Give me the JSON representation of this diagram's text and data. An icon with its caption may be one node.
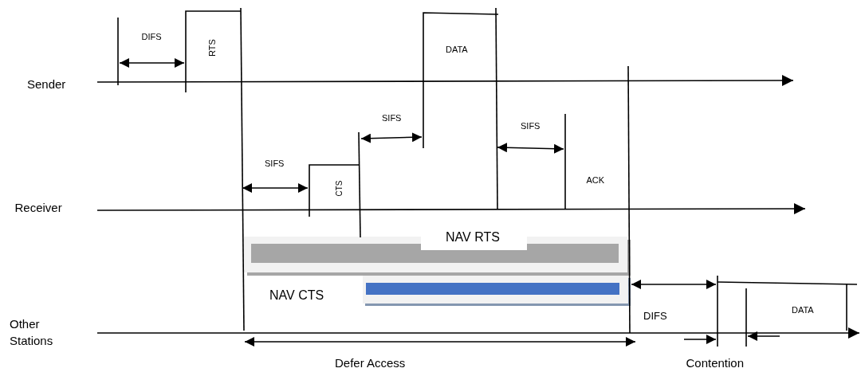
{
  "diagram": {
    "labels": [
      "DIFS",
      "RTS",
      "DATA",
      "Sender",
      "SIFS",
      "SIFS",
      "SIFS",
      "CTS",
      "ACK",
      "Receiver",
      "NAV RTS",
      "NAV CTS",
      "DIFS",
      "DATA",
      "Other Stations",
      "Defer Access",
      "Contention"
    ]
  }
}
